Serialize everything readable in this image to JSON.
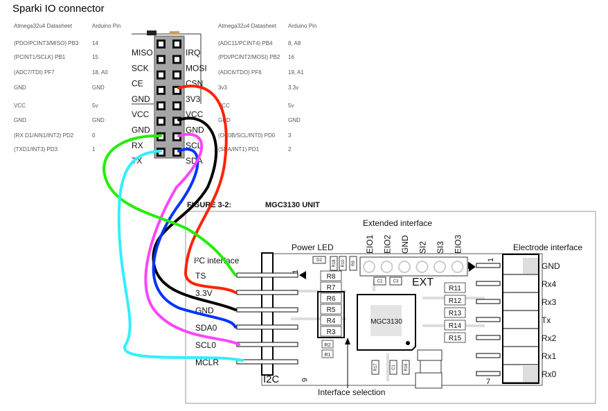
{
  "title": "Sparki IO connector",
  "table_left": {
    "headers": [
      "Atmega32u4 Datasheet",
      "Arduino Pin"
    ],
    "rows": [
      [
        "(PDO/PCINT3/MISO) PB3",
        "14"
      ],
      [
        "(PCINT1/SCLK) PB1",
        "15"
      ],
      [
        "(ADC7/TDI) PF7",
        "18, A0"
      ],
      [
        "GND",
        "GND"
      ],
      [
        "VCC",
        "5v"
      ],
      [
        "GND",
        "GND"
      ],
      [
        "(RX D1/AIN1/INT2) PD2",
        "0"
      ],
      [
        "(TXD1/INT3) PD3",
        "1"
      ]
    ]
  },
  "table_right": {
    "headers": [
      "Atmega32u4 Datasheet",
      "Arduino Pin"
    ],
    "rows": [
      [
        "(ADC11/PCINT4) PB4",
        "8, A8"
      ],
      [
        "(PDI/PCINT2/MOSI) PB2",
        "16"
      ],
      [
        "(ADC6/TDO) PF6",
        "19, A1"
      ],
      [
        "3v3",
        "3.3v"
      ],
      [
        "VCC",
        "5v"
      ],
      [
        "GND",
        "GND"
      ],
      [
        "(OC0B/SCL/INT0) PD0",
        "3"
      ],
      [
        "(SDA/INT1) PD1",
        "2"
      ]
    ]
  },
  "header_pins": {
    "left": [
      "MISO",
      "SCK",
      "CE",
      "GND",
      "VCC",
      "GND",
      "RX",
      "TX"
    ],
    "right": [
      "IRQ",
      "MOSI",
      "CSN",
      "3V3",
      "VCC",
      "GND",
      "SCL",
      "SDA"
    ]
  },
  "figure": {
    "number": "FIGURE 3-2:",
    "name": "MGC3130 UNIT",
    "extended_interface": "Extended interface",
    "ext_pins": [
      "EIO1",
      "EIO2",
      "GND",
      "SI2",
      "SI3",
      "EIO3"
    ],
    "ext_label": "EXT",
    "power_led": "Power LED",
    "i2c_interface": "I²C interface",
    "i2c_pins": [
      "TS",
      "3.3V",
      "GND",
      "SDA0",
      "SCL0",
      "MCLR"
    ],
    "i2c_label": "I2C",
    "i2c_pin_first": "1",
    "i2c_pin_last": "6",
    "electrode_interface": "Electrode interface",
    "electrode_pins": [
      "GND",
      "Rx4",
      "Rx3",
      "Tx",
      "Rx2",
      "Rx1",
      "Rx0"
    ],
    "electrode_pin_first": "1",
    "electrode_pin_last": "7",
    "chip": "MGC3130",
    "resistors_left": [
      "R8",
      "R7",
      "R6",
      "R5",
      "R4",
      "R3",
      "R2",
      "R1"
    ],
    "resistors_right": [
      "R11",
      "R12",
      "R13",
      "R14",
      "R15"
    ],
    "small_parts": [
      "D2",
      "R18",
      "R10",
      "R9",
      "C2",
      "C3",
      "R17",
      "C1",
      "R16"
    ],
    "interface_selection": "Interface selection"
  },
  "wire_colors": {
    "red": "#ff2200",
    "black": "#000000",
    "blue": "#0033ff",
    "magenta": "#ff44ff",
    "green": "#22ee00",
    "cyan": "#33eeff"
  }
}
